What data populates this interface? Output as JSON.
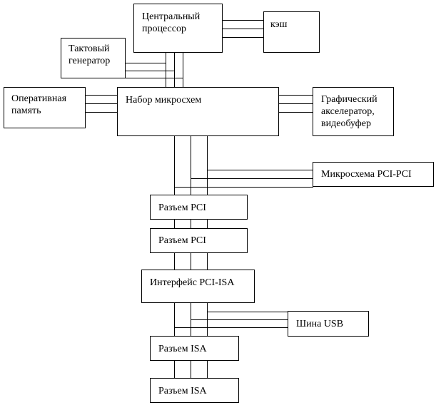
{
  "blocks": {
    "cpu": "Центральный\nпроцессор",
    "cache": "кэш",
    "clock": "Тактовый\nгенератор",
    "ram": "Оперативная\nпамять",
    "chipset": "Набор микросхем",
    "graphics": "Графический\nакселератор,\nвидеобуфер",
    "pci_pci": "Микросхема PCI-PCI",
    "pci_slot_1": "Разъем PCI",
    "pci_slot_2": "Разъем PCI",
    "pci_isa": "Интерфейс PCI-ISA",
    "usb": "Шина USB",
    "isa_slot_1": "Разъем ISA",
    "isa_slot_2": "Разъем ISA"
  }
}
